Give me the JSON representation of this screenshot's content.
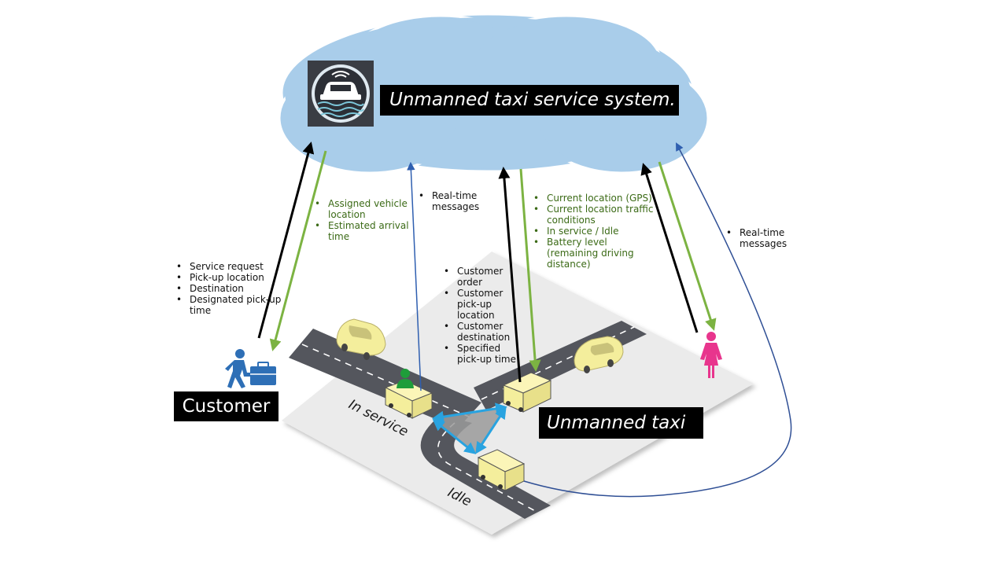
{
  "system": {
    "title": "Unmanned taxi service system."
  },
  "labels": {
    "customer": "Customer",
    "taxi": "Unmanned taxi",
    "in_service": "In service",
    "idle": "Idle"
  },
  "customer_to_system": [
    "Service request",
    "Pick-up location",
    "Destination",
    "Designated pick-up time"
  ],
  "system_to_customer": [
    "Assigned vehicle location",
    "Estimated arrival time"
  ],
  "realtime_left": "Real-time messages",
  "system_to_taxi": [
    "Customer order",
    "Customer pick-up location",
    "Customer destination",
    "Specified pick-up time"
  ],
  "taxi_to_system": [
    "Current location (GPS)",
    "Current location traffic conditions",
    "In service / Idle",
    "Battery level (remaining driving distance)"
  ],
  "realtime_right": "Real-time messages",
  "colors": {
    "cloud": "#a9cdea",
    "road": "#54565d",
    "ground": "#e9e9e9",
    "taxi_body": "#f4ee9c",
    "arrow_black": "#000000",
    "arrow_green": "#7cb342",
    "arrow_blue": "#2f4f95",
    "customer_icon": "#2e6fb6",
    "passenger_icon": "#e8358d",
    "triangle": "#29a3e0"
  },
  "icons": [
    "taxi-logo-icon",
    "businessman-icon",
    "woman-icon",
    "passenger-icon"
  ]
}
